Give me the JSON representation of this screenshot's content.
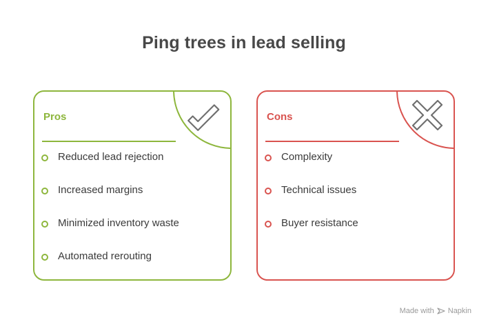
{
  "title": "Ping trees in lead selling",
  "pros": {
    "heading": "Pros",
    "color": "#8db63c",
    "icon": "checkmark-icon",
    "items": [
      "Reduced lead rejection",
      "Increased margins",
      "Minimized inventory waste",
      "Automated rerouting"
    ]
  },
  "cons": {
    "heading": "Cons",
    "color": "#d9534f",
    "icon": "x-icon",
    "items": [
      "Complexity",
      "Technical issues",
      "Buyer resistance"
    ]
  },
  "footer": {
    "made_with": "Made with",
    "brand": "Napkin",
    "icon": "napkin-logo-icon"
  }
}
